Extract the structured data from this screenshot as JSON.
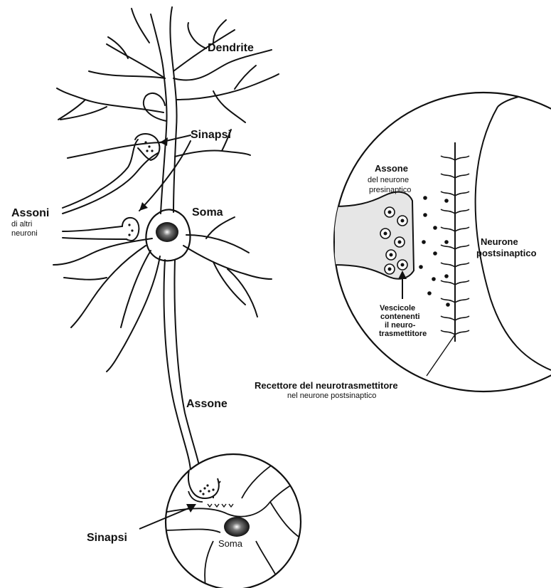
{
  "colors": {
    "ink": "#111111",
    "paper": "#ffffff",
    "terminal_fill": "#e4e4e4"
  },
  "labels": {
    "dendrite": "Dendrite",
    "sinapsi_top": "Sinapsi",
    "soma_main": "Soma",
    "assoni_title": "Assoni",
    "assoni_sub1": "di altri",
    "assoni_sub2": "neuroni",
    "assone_main": "Assone",
    "sinapsi_bottom": "Sinapsi",
    "soma_inset": "Soma",
    "assone_pre_title": "Assone",
    "assone_pre_sub1": "del neurone",
    "assone_pre_sub2": "presinaptico",
    "neurone_post_1": "Neurone",
    "neurone_post_2": "postsinaptico",
    "vescicole_1": "Vescicole",
    "vescicole_2": "contenenti",
    "vescicole_3": "il neuro-",
    "vescicole_4": "trasmettitore",
    "recettore_title": "Recettore del neurotrasmettitore",
    "recettore_sub": "nel neurone postsinaptico"
  }
}
